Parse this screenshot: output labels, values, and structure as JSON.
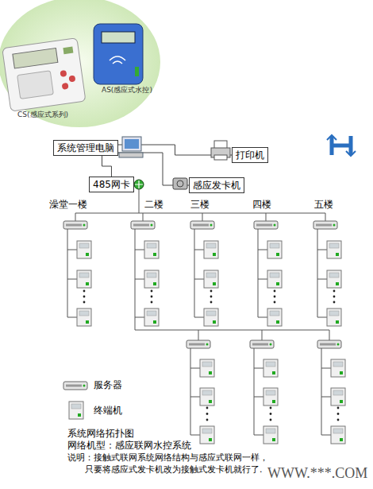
{
  "diagram": {
    "nodes": [
      {
        "text": [
          "系统管理电脑"
        ]
      },
      {
        "text": [
          "打印机"
        ]
      },
      {
        "text": [
          "感应发卡机"
        ]
      },
      {
        "text": [
          "485网卡"
        ]
      }
    ],
    "edges": [
      {
        "from": 0,
        "to": 1,
        "arrow": "none"
      },
      {
        "from": 0,
        "to": 2,
        "arrow": "none"
      },
      {
        "from": 0,
        "to": 3,
        "arrow": "none"
      }
    ],
    "labels": [
      "CS(感应式系列)",
      "AS(感应式水控)",
      "澡堂一楼",
      "二楼",
      "三楼",
      "四楼",
      "五楼",
      "系统网络拓扑图",
      "网络机型：感应联网水控系统",
      "说明：接触式联网系统网络结构与感应式联网一样， 只要将感应式发卡机改为接触式发卡机就行了.",
      "WWW.***.COM"
    ],
    "legend": [
      {
        "text": "服务器"
      },
      {
        "text": "终端机"
      }
    ]
  }
}
